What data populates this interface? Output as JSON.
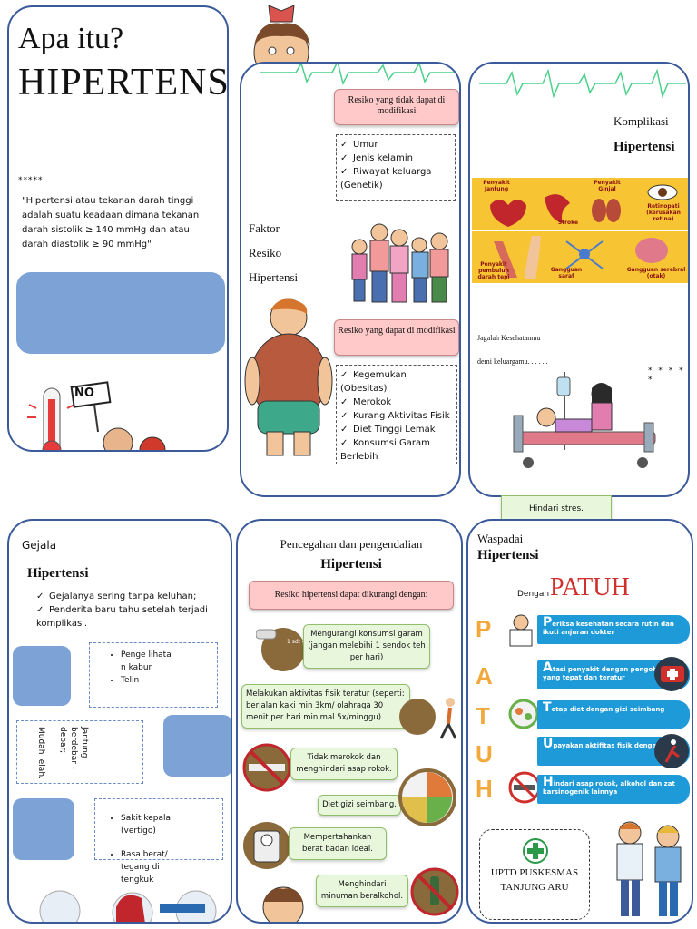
{
  "panel1": {
    "title_small": "Apa itu?",
    "title_big": "HIPERTENSI",
    "stars": "*****",
    "quote": "\"Hipertensi atau tekanan darah tinggi adalah suatu keadaan dimana tekanan darah sistolik ≥ 140 mmHg dan atau darah diastolik ≥ 90 mmHg\"",
    "sign_text": "NO"
  },
  "panel2": {
    "box_nonmod": "Resiko yang tidak dapat di modifikasi",
    "list_nonmod": [
      "Umur",
      "Jenis kelamin",
      "Riwayat keluarga (Genetik)"
    ],
    "faktor": [
      "Faktor",
      "Resiko",
      "Hipertensi"
    ],
    "box_mod": "Resiko yang dapat di modifikasi",
    "list_mod": [
      "Kegemukan (Obesitas)",
      "Merokok",
      "Kurang Aktivitas Fisik",
      "Diet Tinggi Lemak",
      "Konsumsi Garam Berlebih"
    ]
  },
  "panel3": {
    "komplikasi": "Komplikasi",
    "hipertensi": "Hipertensi",
    "complications": [
      "Penyakit Jantung",
      "Stroke",
      "Penyakit Ginjal",
      "Retinopati (kerusakan retina)",
      "Penyakit pembuluh darah tepi",
      "Gangguan saraf",
      "Gangguan serebral (otak)"
    ],
    "jaga1": "Jagalah Kesehatanmu",
    "jaga2": "demi keluargamu. . . . . .",
    "stars": "* * * * *"
  },
  "hindari_stres": "Hindari stres.",
  "panel4": {
    "gejala": "Gejala",
    "hipertensi": "Hipertensi",
    "list": [
      "Gejalanya sering tanpa keluhan;",
      "Penderita baru tahu setelah terjadi komplikasi."
    ],
    "box1": [
      "Penge lihata n kabur",
      "Telin"
    ],
    "box2": [
      "Jantung berdebar - debar;",
      "Mudah lelah."
    ],
    "box3": [
      "Sakit kepala (vertigo)",
      "Rasa berat/ tegang di tengkuk"
    ]
  },
  "panel5": {
    "title": "Pencegahan dan pengendalian",
    "hipertensi": "Hipertensi",
    "pink": "Resiko hipertensi dapat dikurangi dengan:",
    "salt_label": "1 sdt garam",
    "items": [
      "Mengurangi konsumsi garam (jangan melebihi 1 sendok teh per hari)",
      "Melakukan aktivitas fisik teratur (seperti: berjalan kaki min 3km/ olahraga 30 menit per hari minimal 5x/minggu)",
      "Tidak merokok dan menghindari asap rokok.",
      "Diet gizi seimbang.",
      "Mempertahankan berat badan ideal.",
      "Menghindari minuman beralkohol."
    ]
  },
  "panel6": {
    "waspadai": "Waspadai",
    "hipertensi": "Hipertensi",
    "dengan": "Dengan",
    "patuh": "PATUH",
    "letters": [
      "P",
      "A",
      "T",
      "U",
      "H"
    ],
    "bars": [
      {
        "first": "P",
        "rest": "eriksa kesehatan secara rutin dan ikuti anjuran dokter"
      },
      {
        "first": "A",
        "rest": "tasi penyakit dengan pengobatan yang tepat dan teratur"
      },
      {
        "first": "T",
        "rest": "etap diet dengan gizi seimbang"
      },
      {
        "first": "U",
        "rest": "payakan aktifitas fisik dengan aman"
      },
      {
        "first": "H",
        "rest": "indari asap rokok, alkohol dan zat karsinogenik lainnya"
      }
    ],
    "org": "UPTD PUSKESMAS TANJUNG ARU"
  },
  "colors": {
    "panel_border": "#3a5a9a",
    "blue_box": "#7da3d6",
    "pink_box": "#ffc9c9",
    "green_box": "#e8f7dc",
    "patuh_red": "#d0302c",
    "patuh_orange": "#f2a83a",
    "patuh_blue": "#1e9ad8",
    "pulse_green": "#4cd08a"
  }
}
